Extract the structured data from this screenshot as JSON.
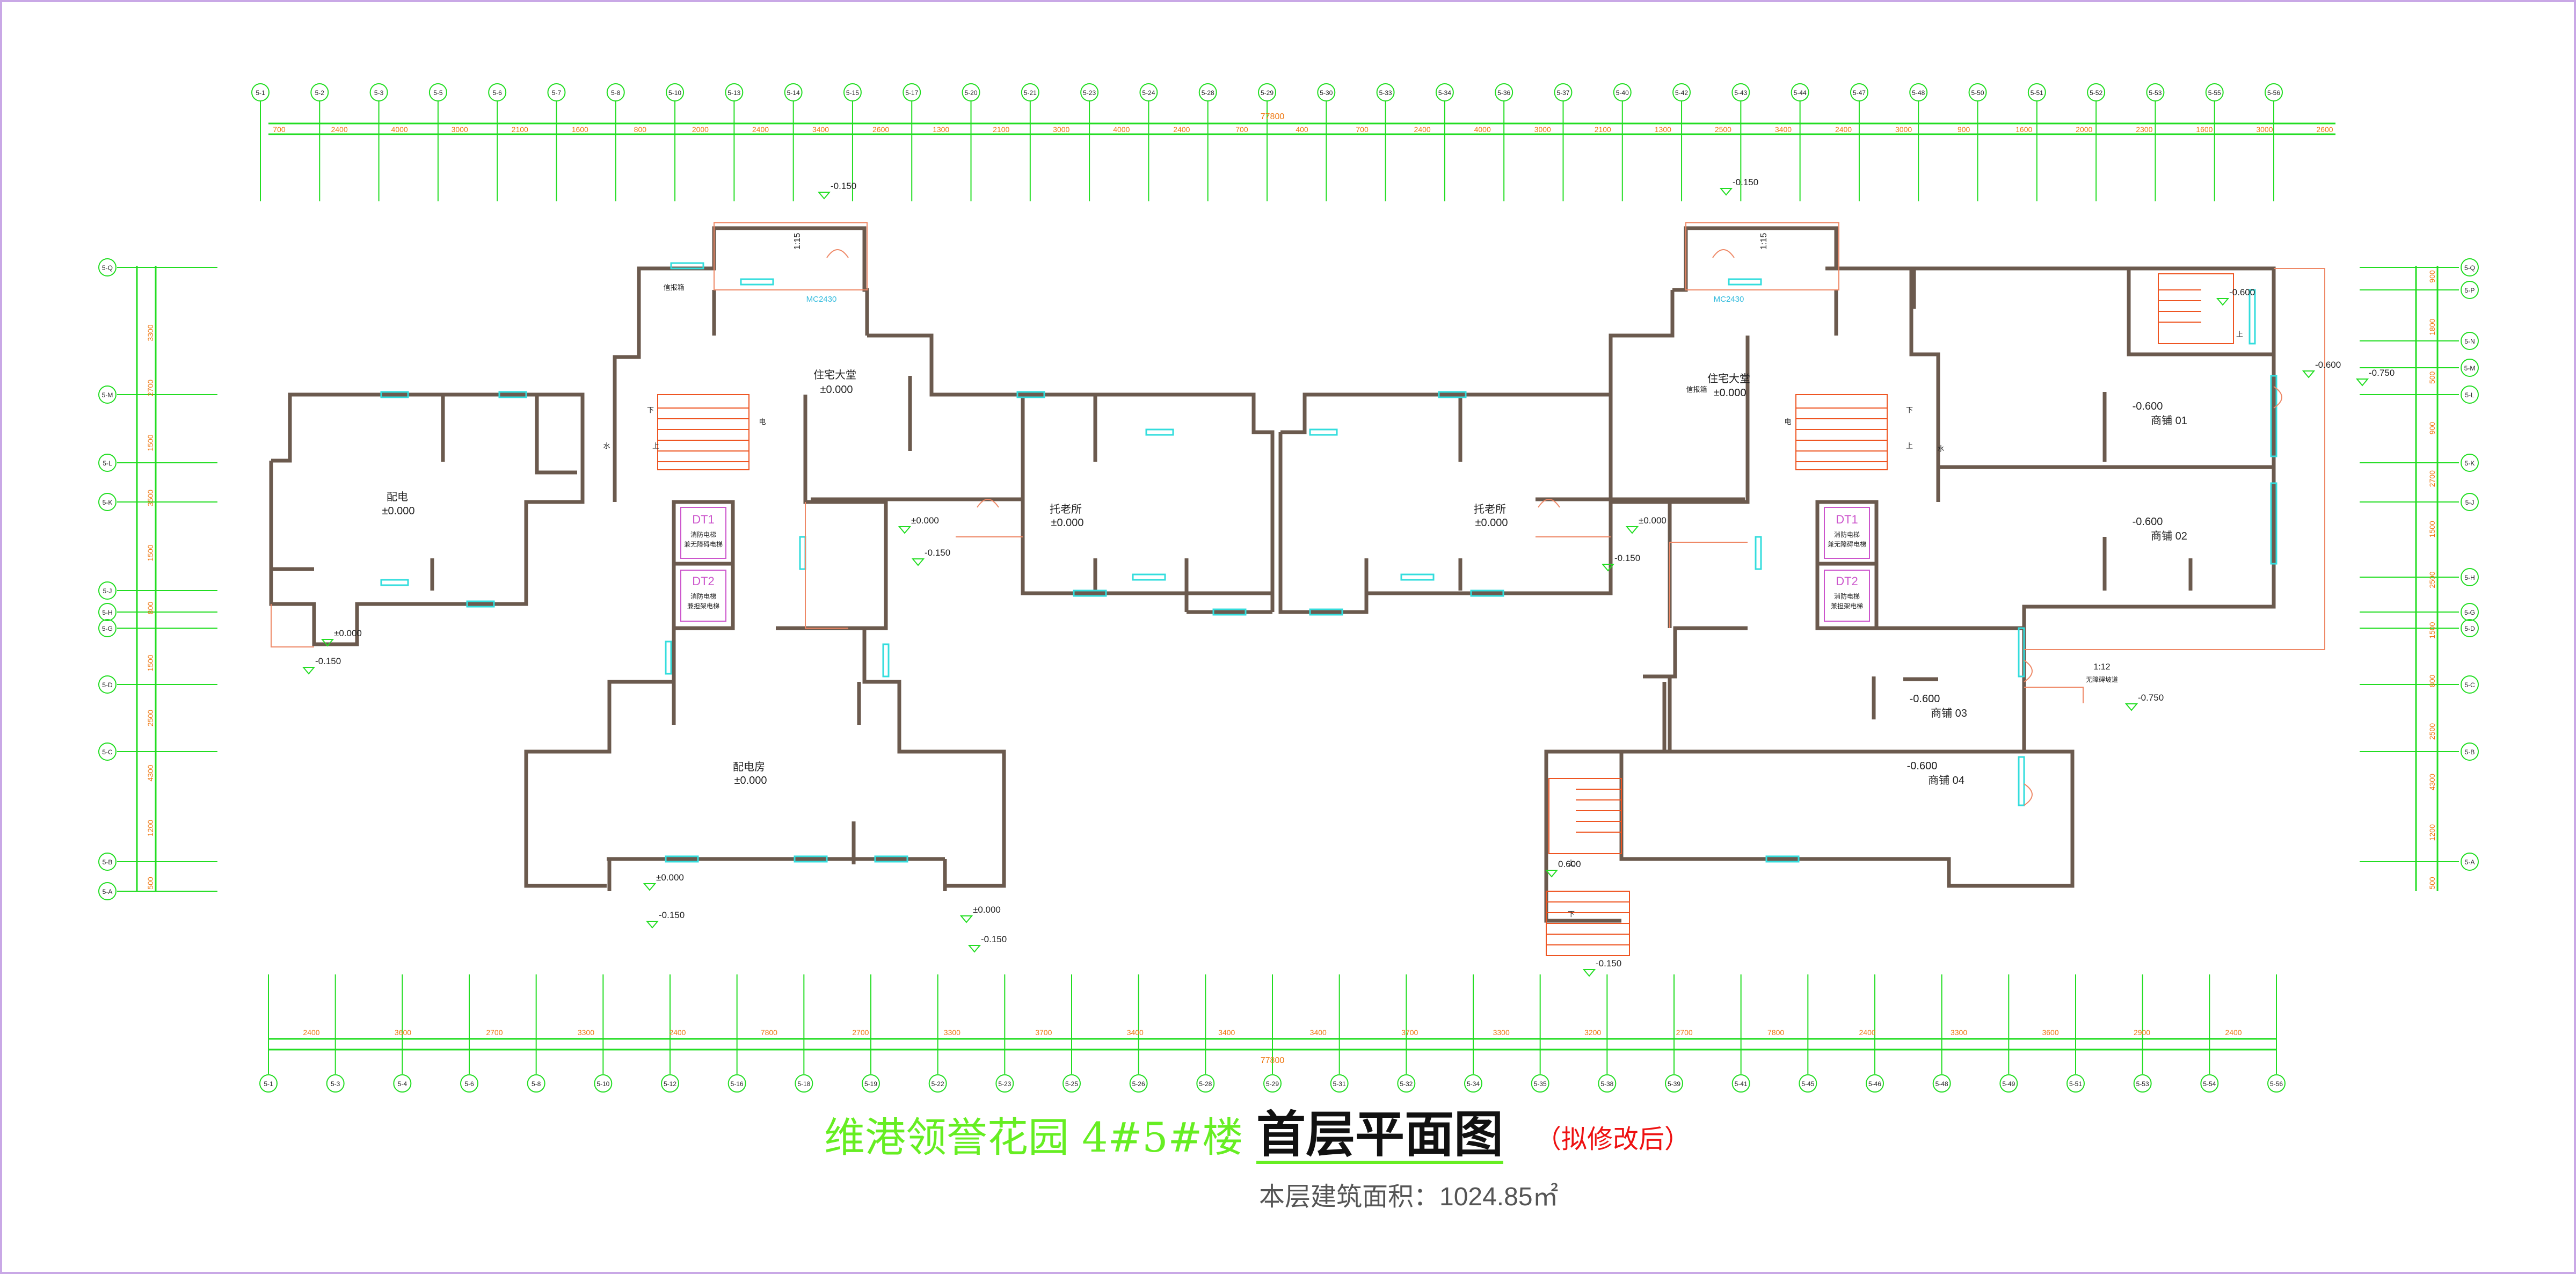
{
  "title": {
    "project": "维港领誉花园 4#5#楼",
    "sheet": "首层平面图",
    "note": "（拟修改后）",
    "area": "本层建筑面积：1024.85㎡",
    "project_color": "#66ee22",
    "sheet_color": "#111111",
    "note_color": "#ee1111",
    "area_color": "#555555"
  },
  "colors": {
    "axis": "#22dd22",
    "dim_text": "#ee7711",
    "wall": "#6b5a4e",
    "window": "#33dddd",
    "door": "#ee8866",
    "stair": "#ee5522",
    "label": "#222222",
    "elev": "#222222"
  },
  "grid_top": [
    "5-1",
    "5-2",
    "5-3",
    "5-5",
    "5-6",
    "5-7",
    "5-8",
    "5-10",
    "5-13",
    "5-14",
    "5-15",
    "5-17",
    "5-20",
    "5-21",
    "5-23",
    "5-24",
    "5-28",
    "5-29",
    "5-30",
    "5-33",
    "5-34",
    "5-36",
    "5-37",
    "5-40",
    "5-42",
    "5-43",
    "5-44",
    "5-47",
    "5-48",
    "5-50",
    "5-51",
    "5-52",
    "5-53",
    "5-55",
    "5-56"
  ],
  "grid_bottom": [
    "5-1",
    "5-3",
    "5-4",
    "5-6",
    "5-8",
    "5-10",
    "5-12",
    "5-16",
    "5-18",
    "5-19",
    "5-22",
    "5-23",
    "5-25",
    "5-26",
    "5-28",
    "5-29",
    "5-31",
    "5-32",
    "5-34",
    "5-35",
    "5-38",
    "5-39",
    "5-41",
    "5-45",
    "5-46",
    "5-48",
    "5-49",
    "5-51",
    "5-53",
    "5-54",
    "5-56"
  ],
  "grid_left": [
    "5-Q",
    "5-M",
    "5-L",
    "5-K",
    "5-J",
    "5-H",
    "5-G",
    "5-D",
    "5-C",
    "5-B",
    "5-A"
  ],
  "grid_right": [
    "5-Q",
    "5-P",
    "5-N",
    "5-M",
    "5-L",
    "5-K",
    "5-J",
    "5-H",
    "5-G",
    "5-D",
    "5-C",
    "5-B",
    "5-A"
  ],
  "dims_top": [
    "700",
    "2400",
    "4000",
    "3000",
    "2100",
    "1600",
    "800",
    "2000",
    "2400",
    "3400",
    "2600",
    "1300",
    "2100",
    "3000",
    "4000",
    "2400",
    "700",
    "400",
    "700",
    "2400",
    "4000",
    "3000",
    "2100",
    "1300",
    "2500",
    "3400",
    "2400",
    "3000",
    "900",
    "1600",
    "2000",
    "2300",
    "1600",
    "3000",
    "2600"
  ],
  "dims_bottom": [
    "2400",
    "3600",
    "2700",
    "3300",
    "2400",
    "7800",
    "2700",
    "3300",
    "3700",
    "3400",
    "3400",
    "3400",
    "3700",
    "3300",
    "3200",
    "2700",
    "7800",
    "2400",
    "3300",
    "3600",
    "2900",
    "2400"
  ],
  "dims_left": [
    "3300",
    "2700",
    "1500",
    "3500",
    "1500",
    "800",
    "1500",
    "2500",
    "4300",
    "1200",
    "500"
  ],
  "dims_right": [
    "900",
    "1800",
    "500",
    "900",
    "2700",
    "1500",
    "2500",
    "1500",
    "800",
    "2500",
    "4300",
    "1200",
    "500"
  ],
  "overall_top": "77800",
  "overall_bottom": "77800",
  "rooms": [
    {
      "label": "配电",
      "elev": "±0.000"
    },
    {
      "label": "配电房",
      "elev": "±0.000"
    },
    {
      "label": "住宅大堂",
      "elev": "±0.000"
    },
    {
      "label": "住宅大堂",
      "elev": "±0.000"
    },
    {
      "label": "托老所",
      "elev": "±0.000"
    },
    {
      "label": "托老所",
      "elev": "±0.000"
    },
    {
      "label": "商铺 01",
      "elev": "-0.600"
    },
    {
      "label": "商铺 02",
      "elev": "-0.600"
    },
    {
      "label": "商铺 03",
      "elev": "-0.600"
    },
    {
      "label": "商铺 04",
      "elev": "-0.600"
    }
  ],
  "elevations": [
    "-0.150",
    "-0.150",
    "-0.150",
    "-0.150",
    "-0.150",
    "-0.150",
    "-0.150",
    "-0.150",
    "±0.000",
    "±0.000",
    "±0.000",
    "±0.000",
    "±0.000",
    "-0.600",
    "-0.600",
    "-0.750",
    "-0.750",
    "0.600"
  ],
  "slopes": [
    "1:15",
    "1:15",
    "1:12"
  ],
  "elevators": [
    {
      "code": "DT1",
      "desc": "消防电梯\n兼无障碍电梯"
    },
    {
      "code": "DT2",
      "desc": "消防电梯\n兼担架电梯"
    },
    {
      "code": "DT1",
      "desc": "消防电梯\n兼无障碍电梯"
    },
    {
      "code": "DT2",
      "desc": "消防电梯\n兼担架电梯"
    }
  ],
  "misc_labels": {
    "mailbox": "信报箱",
    "water": "水",
    "elec": "电",
    "up": "上",
    "down": "下",
    "accessible_ramp": "无障碍坡道",
    "door_code": "MC2430"
  }
}
